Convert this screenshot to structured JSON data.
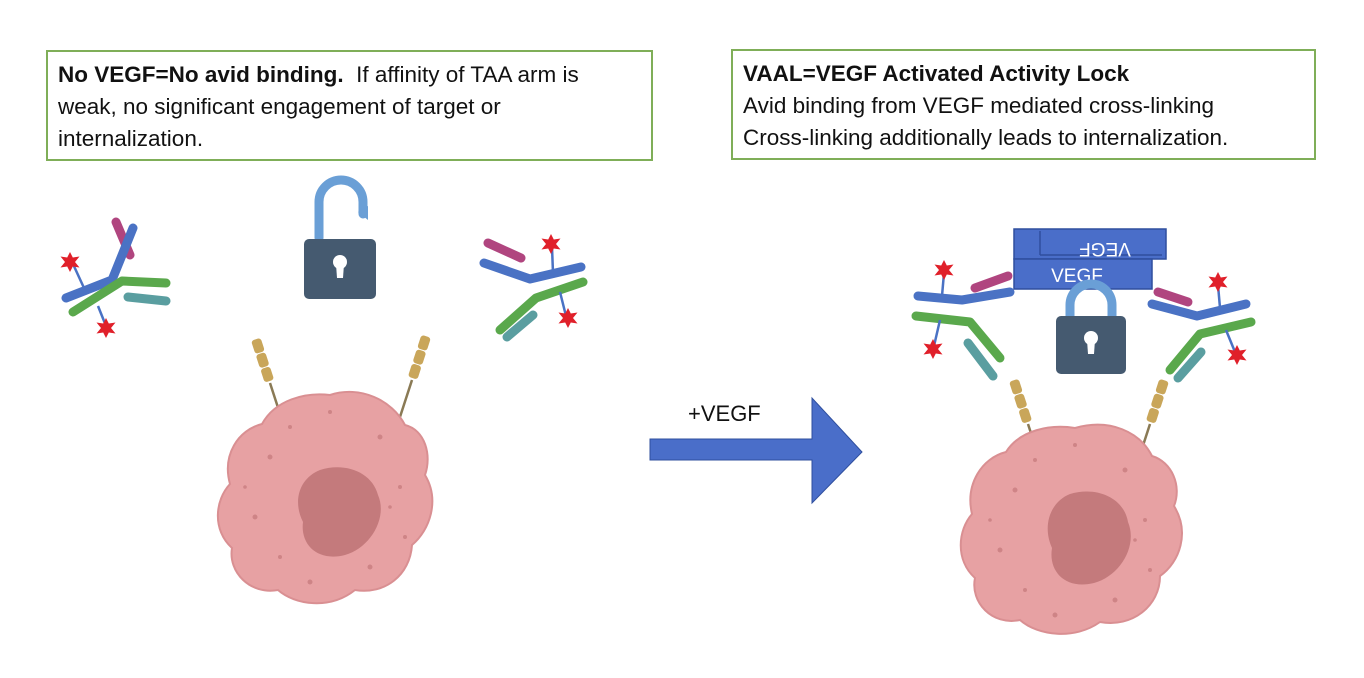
{
  "left_box": {
    "title": "No VEGF=No avid binding.",
    "body_line1": "  If affinity of TAA arm is",
    "body_line2": "weak, no significant engagement of target or",
    "body_line3": "internalization."
  },
  "right_box": {
    "title": "VAAL=VEGF Activated Activity Lock",
    "line1": "Avid binding from VEGF mediated cross-linking",
    "line2": "Cross-linking additionally leads to internalization."
  },
  "arrow": {
    "label": "+VEGF"
  },
  "vegf": {
    "label_front": "VEGF",
    "label_back": "VEGF"
  },
  "icons": [
    "unlocked-padlock-icon",
    "locked-padlock-icon",
    "antibody-icon",
    "tumor-cell-icon",
    "receptor-icon",
    "toxin-payload-icon"
  ],
  "colors": {
    "box_border": "#7fae58",
    "vegf_fill": "#4a6ec9",
    "arrow_fill": "#4a6ec9",
    "cell_fill": "#e7a1a3",
    "nucleus_fill": "#c47a7c",
    "lock_body": "#455a70",
    "lock_shackle": "#6a9fd6",
    "antibody_blue": "#4a72c4",
    "antibody_green": "#5aa84c",
    "antibody_purple": "#b0457f",
    "antibody_teal": "#5a9ea0",
    "payload_red": "#e0202a"
  }
}
